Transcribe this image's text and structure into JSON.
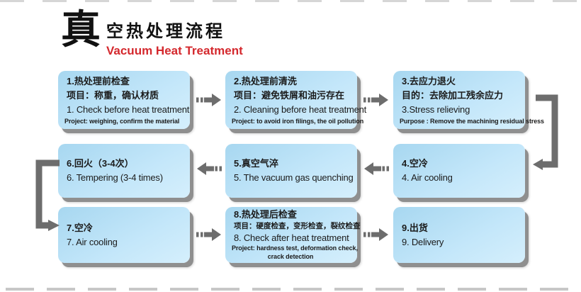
{
  "title": {
    "big_char": "真",
    "cn": "空热处理流程",
    "en": "Vacuum Heat Treatment"
  },
  "colors": {
    "accent_red": "#d4282d",
    "box_fill": "#aedcf4",
    "box_fill_light": "#d5effc",
    "box_shadow": "#8f8f8f",
    "arrow_gray": "#6d6d6d"
  },
  "boxes": [
    {
      "id": "1",
      "lines": [
        "1.热处理前检查",
        "项目：称重，确认材质",
        "1. Check before heat treatment",
        "Project: weighing, confirm the material"
      ]
    },
    {
      "id": "2",
      "lines": [
        "2.热处理前清洗",
        "项目：避免铁屑和油污存在",
        "2. Cleaning before heat treatment",
        "Project: to avoid iron filings, the oil pollution"
      ]
    },
    {
      "id": "3",
      "lines": [
        "3.去应力退火",
        "目的：去除加工残余应力",
        "3.Stress relieving",
        "Purpose : Remove the machining residual stress"
      ]
    },
    {
      "id": "4",
      "lines": [
        "4.空冷",
        "4. Air cooling"
      ]
    },
    {
      "id": "5",
      "lines": [
        "5.真空气淬",
        "5. The vacuum gas quenching"
      ]
    },
    {
      "id": "6",
      "lines": [
        "6.回火（3-4次）",
        "6. Tempering (3-4 times)"
      ]
    },
    {
      "id": "7",
      "lines": [
        "7.空冷",
        "7. Air cooling"
      ]
    },
    {
      "id": "8",
      "lines": [
        "8.热处理后检查",
        "项目：硬度检查，变形检查，裂纹检查",
        "8. Check after heat treatment",
        "Project: hardness test, deformation check,",
        "crack detection"
      ]
    },
    {
      "id": "9",
      "lines": [
        "9.出货",
        "9. Delivery"
      ]
    }
  ]
}
